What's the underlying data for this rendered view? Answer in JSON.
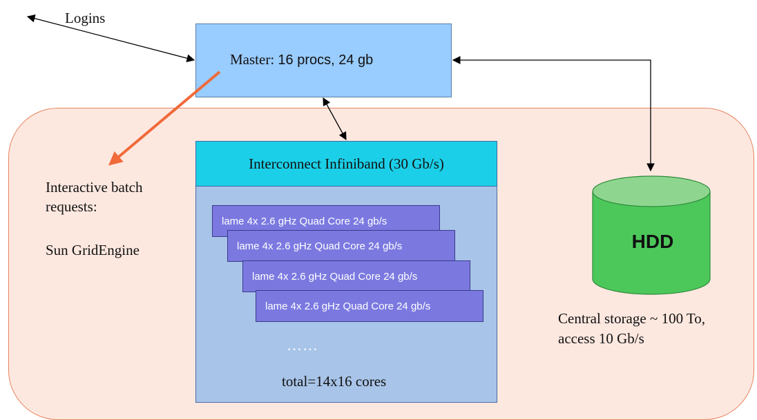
{
  "logins_label": "Logins",
  "master": {
    "label_prefix": "Master: ",
    "label_specs": "16 procs, 24 gb"
  },
  "interconnect": {
    "title": "Interconnect Infiniband (30 Gb/s)",
    "nodes": [
      "lame 4x 2.6 gHz Quad Core 24 gb/s",
      "lame 4x 2.6 gHz Quad Core 24 gb/s",
      "lame 4x 2.6 gHz Quad Core 24 gb/s",
      "lame 4x 2.6 gHz Quad Core 24 gb/s"
    ],
    "ellipsis": "……",
    "total": "total=14x16 cores"
  },
  "batch": {
    "line1": "Interactive batch",
    "line2": "requests:",
    "scheduler": "Sun GridEngine"
  },
  "storage": {
    "hdd_label": "HDD",
    "line1": "Central storage ~ 100 To,",
    "line2": "access 10 Gb/s"
  },
  "colors": {
    "master_fill": "#99ccff",
    "cluster_fill": "#fde8e0",
    "cluster_border": "#e8825a",
    "interconnect_header": "#1ccfe8",
    "interconnect_body": "#a8c4e8",
    "node_fill": "#7b79e0",
    "hdd_body": "#4cc85a",
    "hdd_top": "#8ed690",
    "batch_arrow": "#f06a3a"
  }
}
